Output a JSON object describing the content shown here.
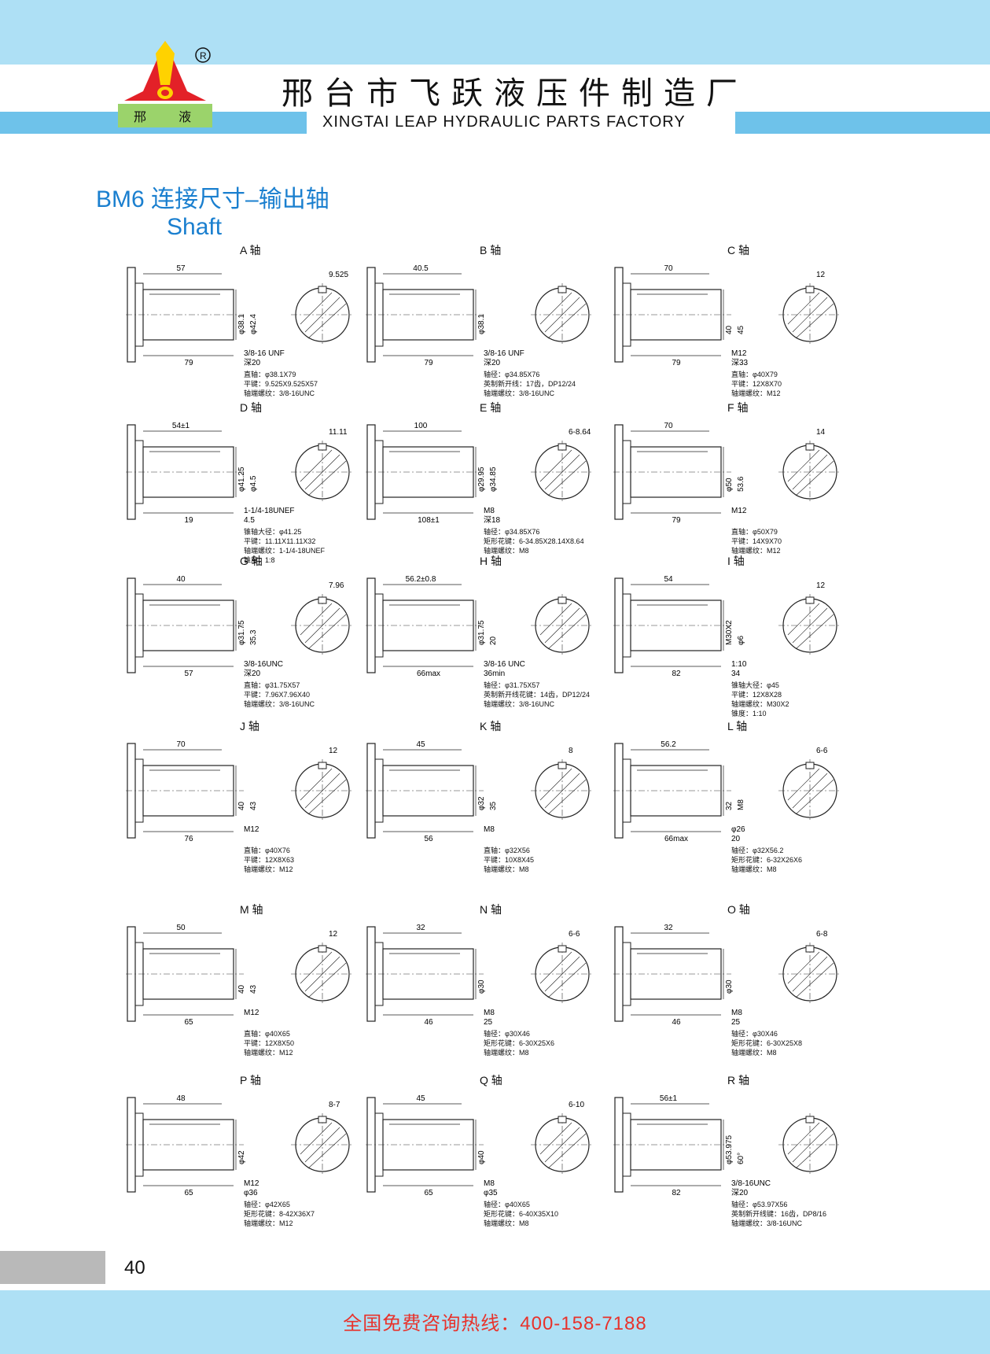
{
  "header": {
    "company_cn": "邢台市飞跃液压件制造厂",
    "company_en": "XINGTAI LEAP HYDRAULIC PARTS FACTORY",
    "logo_text": "邢 液",
    "registered": "®"
  },
  "title": {
    "line1": "BM6 连接尺寸–输出轴",
    "line2": "Shaft"
  },
  "panels": [
    {
      "name": "A 轴",
      "len1": "57",
      "len2": "79",
      "d1": "φ38.1",
      "d2": "φ42.4",
      "key": "9.525",
      "thread": "3/8-16 UNF",
      "depth": "深20",
      "spec": [
        "直轴：φ38.1X79",
        "平键：9.525X9.525X57",
        "轴端螺纹：3/8-16UNC"
      ]
    },
    {
      "name": "B 轴",
      "len1": "40.5",
      "len2": "79",
      "d1": "φ38.1",
      "d2": "",
      "key": "",
      "thread": "3/8-16 UNF",
      "depth": "深20",
      "spec": [
        "轴径：φ34.85X76",
        "英制新开线：17齿，DP12/24",
        "轴端螺纹：3/8-16UNC"
      ]
    },
    {
      "name": "C 轴",
      "len1": "70",
      "len2": "79",
      "d1": "40",
      "d2": "45",
      "key": "12",
      "thread": "M12",
      "depth": "深33",
      "spec": [
        "直轴：φ40X79",
        "平键：12X8X70",
        "轴端螺纹：M12"
      ]
    },
    {
      "name": "D 轴",
      "len1": "54±1",
      "len2": "19",
      "d1": "φ41.25",
      "d2": "φ4.5",
      "key": "11.11",
      "thread": "1-1/4-18UNEF",
      "depth": "4.5",
      "spec": [
        "锥轴大径：φ41.25",
        "平键：11.11X11.11X32",
        "轴端螺纹：1-1/4-18UNEF",
        "锥度：1:8"
      ]
    },
    {
      "name": "E 轴",
      "len1": "100",
      "len2": "108±1",
      "d1": "φ29.95",
      "d2": "φ34.85",
      "key": "6-8.64",
      "thread": "M8",
      "depth": "深18",
      "spec": [
        "轴径：φ34.85X76",
        "矩形花键：6-34.85X28.14X8.64",
        "轴端螺纹：M8"
      ]
    },
    {
      "name": "F 轴",
      "len1": "70",
      "len2": "79",
      "d1": "φ50",
      "d2": "53.6",
      "key": "14",
      "thread": "M12",
      "depth": "",
      "spec": [
        "直轴：φ50X79",
        "平键：14X9X70",
        "轴端螺纹：M12"
      ]
    },
    {
      "name": "G 轴",
      "len1": "40",
      "len2": "57",
      "d1": "φ31.75",
      "d2": "35.3",
      "key": "7.96",
      "thread": "3/8-16UNC",
      "depth": "深20",
      "spec": [
        "直轴：φ31.75X57",
        "平键：7.96X7.96X40",
        "轴端螺纹：3/8-16UNC"
      ]
    },
    {
      "name": "H 轴",
      "len1": "56.2±0.8",
      "len2": "66max",
      "d1": "φ31.75",
      "d2": "20",
      "key": "",
      "thread": "3/8-16 UNC",
      "depth": "36min",
      "spec": [
        "轴径：φ31.75X57",
        "英制新开线花键：14齿，DP12/24",
        "轴端螺纹：3/8-16UNC"
      ]
    },
    {
      "name": "I 轴",
      "len1": "54",
      "len2": "82",
      "d1": "M30X2",
      "d2": "φ6",
      "key": "12",
      "thread": "1:10",
      "depth": "34",
      "spec": [
        "锥轴大径：φ45",
        "平键：12X8X28",
        "轴端螺纹：M30X2",
        "锥度：1:10"
      ]
    },
    {
      "name": "J 轴",
      "len1": "70",
      "len2": "76",
      "d1": "40",
      "d2": "43",
      "key": "12",
      "thread": "M12",
      "depth": "",
      "spec": [
        "直轴：φ40X76",
        "平键：12X8X63",
        "轴端螺纹：M12"
      ]
    },
    {
      "name": "K 轴",
      "len1": "45",
      "len2": "56",
      "d1": "φ32",
      "d2": "35",
      "key": "8",
      "thread": "M8",
      "depth": "",
      "spec": [
        "直轴：φ32X56",
        "平键：10X8X45",
        "轴端螺纹：M8"
      ]
    },
    {
      "name": "L 轴",
      "len1": "56.2",
      "len2": "66max",
      "d1": "32",
      "d2": "M8",
      "key": "6-6",
      "thread": "φ26",
      "depth": "20",
      "spec": [
        "轴径：φ32X56.2",
        "矩形花键：6-32X26X6",
        "轴端螺纹：M8"
      ]
    },
    {
      "name": "M 轴",
      "len1": "50",
      "len2": "65",
      "d1": "40",
      "d2": "43",
      "key": "12",
      "thread": "M12",
      "depth": "",
      "spec": [
        "直轴：φ40X65",
        "平键：12X8X50",
        "轴端螺纹：M12"
      ]
    },
    {
      "name": "N 轴",
      "len1": "32",
      "len2": "46",
      "d1": "φ30",
      "d2": "",
      "key": "6-6",
      "thread": "M8",
      "depth": "25",
      "spec": [
        "轴径：φ30X46",
        "矩形花键：6-30X25X6",
        "轴端螺纹：M8"
      ]
    },
    {
      "name": "O 轴",
      "len1": "32",
      "len2": "46",
      "d1": "φ30",
      "d2": "",
      "key": "6-8",
      "thread": "M8",
      "depth": "25",
      "spec": [
        "轴径：φ30X46",
        "矩形花键：6-30X25X8",
        "轴端螺纹：M8"
      ]
    },
    {
      "name": "P 轴",
      "len1": "48",
      "len2": "65",
      "d1": "φ42",
      "d2": "",
      "key": "8-7",
      "thread": "M12",
      "depth": "φ36",
      "spec": [
        "轴径：φ42X65",
        "矩形花键：8-42X36X7",
        "轴端螺纹：M12"
      ]
    },
    {
      "name": "Q 轴",
      "len1": "45",
      "len2": "65",
      "d1": "φ40",
      "d2": "",
      "key": "6-10",
      "thread": "M8",
      "depth": "φ35",
      "spec": [
        "轴径：φ40X65",
        "矩形花键：6-40X35X10",
        "轴端螺纹：M8"
      ]
    },
    {
      "name": "R 轴",
      "len1": "56±1",
      "len2": "82",
      "d1": "φ53.975",
      "d2": "60°",
      "key": "",
      "thread": "3/8-16UNC",
      "depth": "深20",
      "spec": [
        "轴径：φ53.97X56",
        "英制新开线键：16齿，DP8/16",
        "轴端螺纹：3/8-16UNC"
      ]
    }
  ],
  "footer": {
    "page_number": "40",
    "hotline": "全国免费咨询热线：400-158-7188"
  }
}
